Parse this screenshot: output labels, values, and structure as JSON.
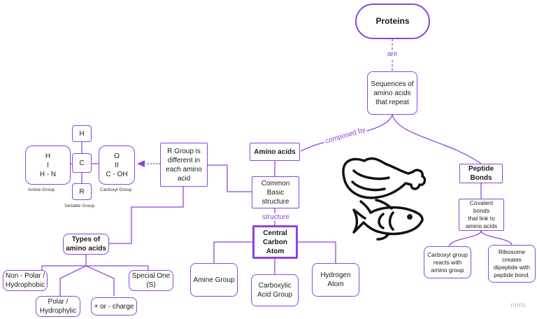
{
  "nodes": {
    "proteins": "Proteins",
    "sequences": "Sequences of\namino acids\nthat repeat",
    "amino_acids": "Amino acids",
    "peptide_bonds": "Peptide\nBonds",
    "covalent": "Covalent bonds\nthat link to\namino acids",
    "carboxyl_reacts": "Carboxyl group\nreacts with\namino group",
    "ribosome": "Ribosome\ncreates\ndipeptide with\npeptide bond.",
    "common_basic": "Common\nBasic\nstructure",
    "central_carbon": "Central\nCarbon Atom",
    "amine_group": "Amine Group",
    "carboxylic": "Carboxylic\nAcid Group",
    "hydrogen": "Hydrogen\nAtom",
    "r_group_box": "R Group is\ndifferent in\neach amino\nacid",
    "types": "Types of\namino acids",
    "nonpolar": "Non - Polar /\nHydrophobic",
    "polar": "Polar /\nHydrophylic",
    "charge": "+ or - charge",
    "special": "Special One\n(S)",
    "struct_h": "H",
    "struct_c": "C",
    "struct_r": "R",
    "struct_amine": "H\nI\nH - N",
    "struct_carboxyl": "O\nII\nC - OH"
  },
  "labels": {
    "amine_group": "Amine Group",
    "variable_group": "Variable Group",
    "carboxyl_group": "Carboxyl Group"
  },
  "connectors": {
    "are": "are",
    "composed_by": "composed by",
    "structure": "structure"
  },
  "watermark": "miro",
  "colors": {
    "accent": "#8e44d8",
    "icon": "#111111"
  },
  "icons": [
    "drumstick-icon",
    "fish-icon"
  ]
}
